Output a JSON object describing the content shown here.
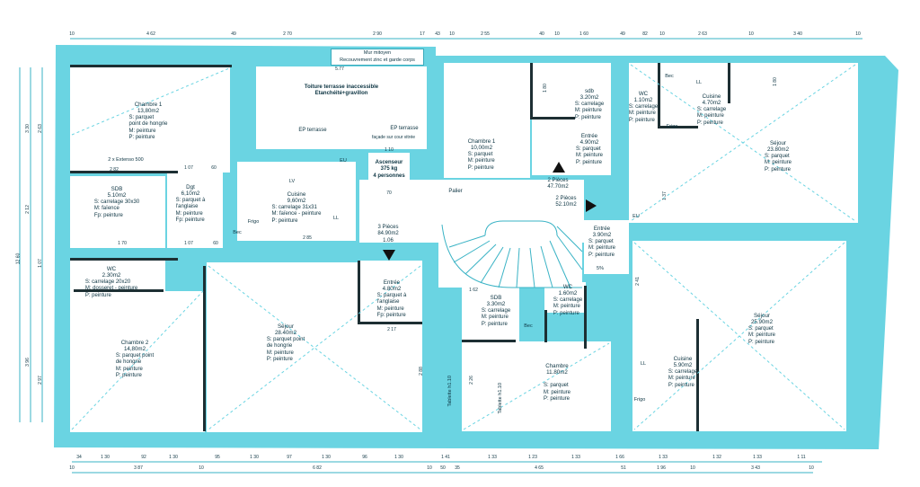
{
  "colors": {
    "wall": "#6ad4e2",
    "wall_dark": "#1d2f33",
    "line": "#3ab3c5",
    "text": "#0c3442"
  },
  "roof": {
    "title_line1": "Toiture terrasse inaccessible",
    "title_line2": "Etanchéité+gravillon",
    "ep_label": "EP terrasse",
    "ep_label_right": "EP terrasse",
    "facade_note": "façade sur cour vitrée",
    "width_dim": "5.77"
  },
  "party_wall": {
    "line1": "Mur mitoyen",
    "line2": "Recouvrement zinc et garde corps"
  },
  "elevator": {
    "title": "Ascenseur",
    "capacity": "375 kg",
    "persons": "4 personnes",
    "dim_top": "1 10",
    "dim_bottom": "70"
  },
  "landing": {
    "label": "Palier"
  },
  "apartments": [
    {
      "label": "3 Pièces",
      "area": "84.90m2",
      "extra": "1.06"
    },
    {
      "label": "2 Pièces",
      "area": "47.70m2"
    },
    {
      "label": "2 Pièces",
      "area": "52.10m2"
    }
  ],
  "rooms": [
    {
      "lines": [
        "Chambre 1",
        "13,80m2",
        "S: parquet",
        "point de hongrie",
        "M: peinture",
        "P: peinture"
      ]
    },
    {
      "lines": [
        "SDB",
        "5.10m2",
        "S: carrelage 30x30",
        "M: faïence",
        "Fp: peinture"
      ]
    },
    {
      "lines": [
        "Dgt",
        "6,10m2",
        "S: parquet à",
        "l'anglaise",
        "M: peinture",
        "Fp: peinture"
      ]
    },
    {
      "lines": [
        "Cuisine",
        "9,60m2",
        "S: carrelage 31x31",
        "M: faïence - peinture",
        "P: peinture"
      ]
    },
    {
      "lines": [
        "WC",
        "2.30m2",
        "S: carrelage 20x20",
        "M: dosseret - peinture",
        "P: peinture"
      ]
    },
    {
      "lines": [
        "Chambre 2",
        "14,80m2",
        "S: parquet point",
        "de hongrie",
        "M: peinture",
        "P: peinture"
      ]
    },
    {
      "lines": [
        "Séjour",
        "28.40m2",
        "S: parquet point",
        "de hongrie",
        "M: peinture",
        "P: peinture"
      ]
    },
    {
      "lines": [
        "Entrée",
        "4.80m2",
        "S: parquet à",
        "l'anglaise",
        "M: peinture",
        "Fp: peinture"
      ]
    },
    {
      "lines": [
        "Chambre 1",
        "10,00m2",
        "S: parquet",
        "M: peinture",
        "P: peinture"
      ]
    },
    {
      "lines": [
        "sdb",
        "3.20m2",
        "S: carrelage",
        "M: peinture",
        "P: peinture"
      ]
    },
    {
      "lines": [
        "Entrée",
        "4.90m2",
        "S: parquet",
        "M: peinture",
        "P: peinture"
      ]
    },
    {
      "lines": [
        "WC",
        "1.10m2",
        "S: carrelage",
        "M: peinture",
        "P: peinture"
      ]
    },
    {
      "lines": [
        "Cuisine",
        "4.70m2",
        "S: carrelage",
        "M: peinture",
        "P: peinture"
      ]
    },
    {
      "lines": [
        "Séjour",
        "23.80m2",
        "S: parquet",
        "M: peinture",
        "P: peinture"
      ]
    },
    {
      "lines": [
        "Entrée",
        "3.90m2",
        "S: parquet",
        "M: peinture",
        "P: peinture"
      ]
    },
    {
      "lines": [
        "SDB",
        "3.30m2",
        "S: carrelage",
        "M: peinture",
        "P: peinture"
      ]
    },
    {
      "lines": [
        "WC",
        "1.60m2",
        "S: carrelage",
        "M: peinture",
        "P: peinture"
      ]
    },
    {
      "lines": [
        "Chambre",
        "11.80m2",
        "",
        "S: parquet",
        "M: peinture",
        "P: peinture"
      ]
    },
    {
      "lines": [
        "Cuisine",
        "5.90m2",
        "S: carrelage",
        "M: peinture",
        "P: peinture"
      ]
    },
    {
      "lines": [
        "Séjour",
        "25.90m2",
        "S: parquet",
        "M: peinture",
        "P: peinture"
      ]
    }
  ],
  "fixtures": [
    "LV",
    "Frigo",
    "Bec",
    "LL",
    "EU",
    "Bec",
    "Frigo",
    "LL",
    "Bec",
    "Frigo",
    "LL",
    "EU",
    "5%",
    "Tablette h1.10",
    "Tablette h1.10",
    "2 x Extenso 500"
  ],
  "dims_top": [
    "10",
    "4 62",
    "49",
    "2 70",
    "2 90",
    "17",
    "43",
    "10",
    "2 55",
    "40",
    "10",
    "1 60",
    "49",
    "82",
    "10",
    "2 63",
    "10",
    "3 40",
    "10"
  ],
  "dims_bottom_1": [
    "34",
    "1 30",
    "92",
    "1 30",
    "95",
    "1 30",
    "97",
    "1 30",
    "96",
    "1 30",
    "1 41",
    "1 33",
    "1 23",
    "1 33",
    "1 66",
    "1 33",
    "1 32",
    "1 33",
    "1 11"
  ],
  "dims_bottom_2": [
    "10",
    "3 87",
    "10",
    "6 82",
    "10",
    "50",
    "35",
    "4 65",
    "51",
    "1 96",
    "10",
    "3 43",
    "10"
  ],
  "dims_left": [
    "12 60",
    "3 30",
    "2 12",
    "3 96",
    "2 63",
    "1 07",
    "2 97"
  ],
  "interior_dims": [
    "2 82",
    "1 07",
    "60",
    "1 70",
    "1 07",
    "60",
    "2 85",
    "2 17",
    "2 88",
    "1 62",
    "2 26",
    "1 80",
    "1 80",
    "1 37",
    "2 41"
  ]
}
